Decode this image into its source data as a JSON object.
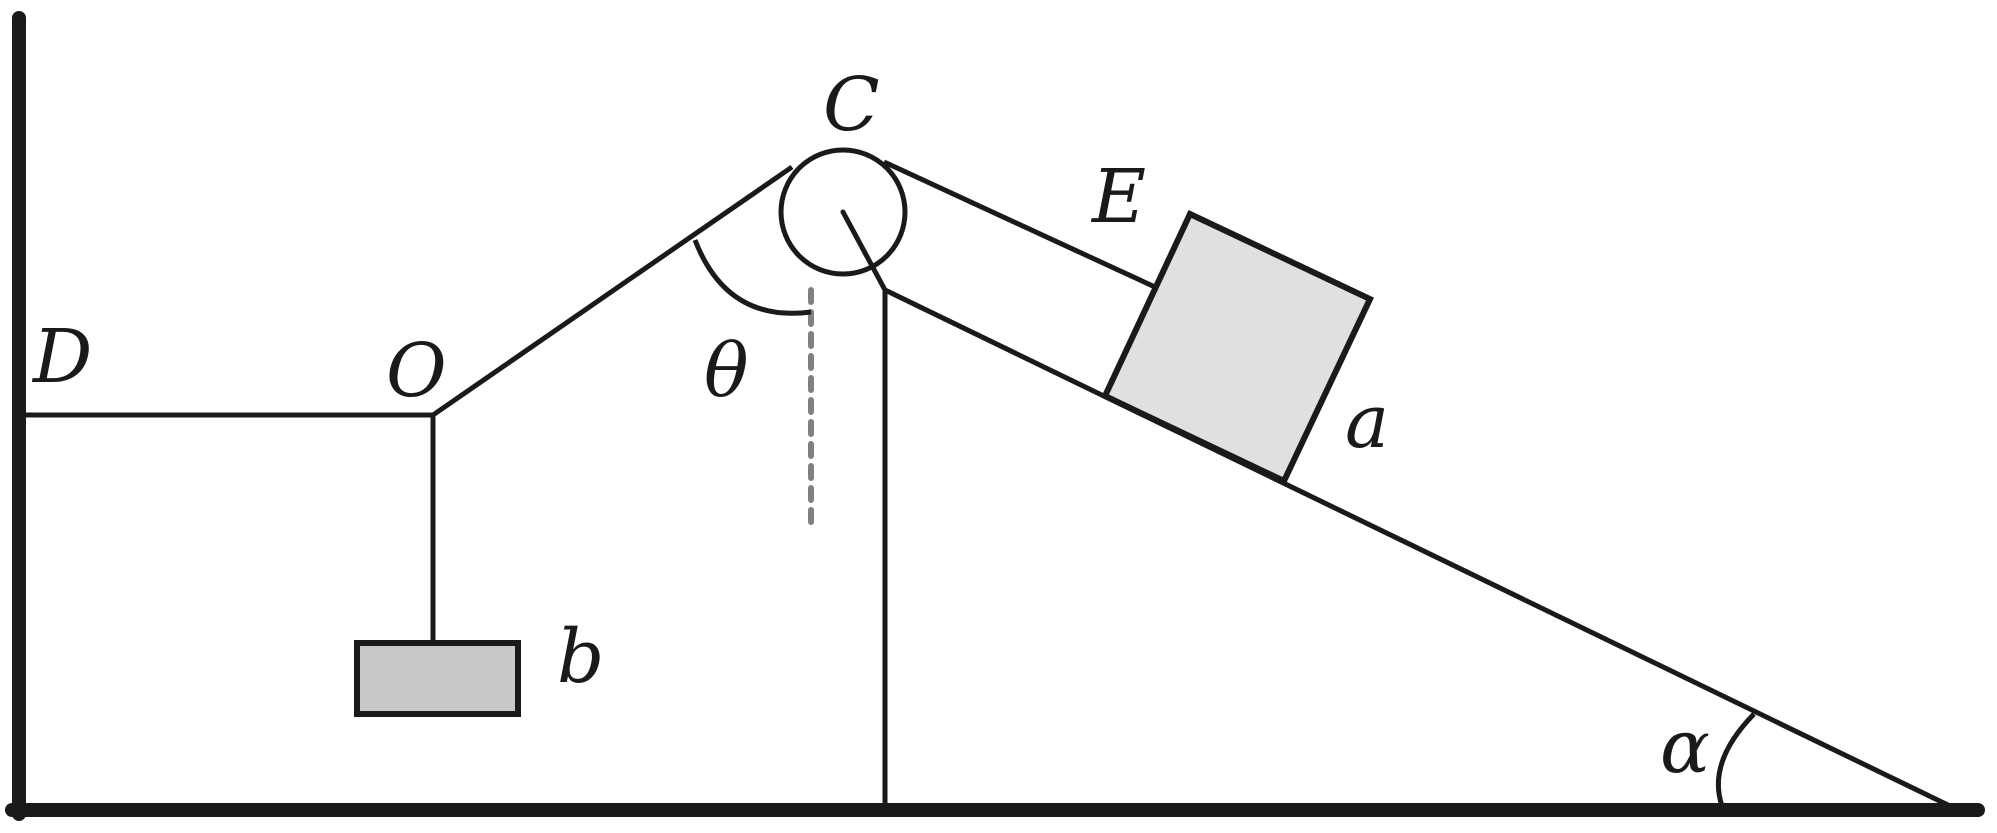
{
  "labels": {
    "C": "C",
    "E": "E",
    "D": "D",
    "O": "O",
    "theta": "θ",
    "a": "a",
    "b": "b",
    "alpha": "α"
  },
  "colors": {
    "stroke": "#1a1a1a",
    "block_a_fill": "#e0e0e0",
    "block_b_fill": "#c8c8c8",
    "dashed": "#808080",
    "background": "#ffffff"
  }
}
